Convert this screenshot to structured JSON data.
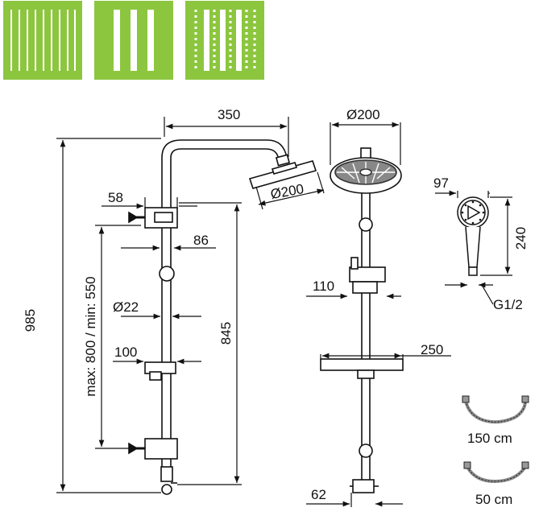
{
  "colors": {
    "spray_tile": "#8cc63f",
    "outline": "#111111",
    "chrome": "#7a7a7a"
  },
  "spray_modes": [
    {
      "icon": "rain-spray-icon"
    },
    {
      "icon": "jet-spray-icon"
    },
    {
      "icon": "mixed-spray-icon"
    }
  ],
  "side_view": {
    "head_reach": "350",
    "head_diameter": "Ø200",
    "total_height": "985",
    "bracket_width": "58",
    "bracket_offset": "86",
    "rail_adjust": "max: 800 / min: 550",
    "pipe_diameter": "Ø22",
    "holder_width": "100",
    "diverter_height": "845"
  },
  "front_view": {
    "head_diameter": "Ø200",
    "slider_width": "110",
    "shelf_width": "250",
    "diverter_width": "62"
  },
  "hand_shower": {
    "head_diameter": "97",
    "length": "240",
    "thread": "G1/2"
  },
  "hoses": [
    {
      "length": "150 cm"
    },
    {
      "length": "50 cm"
    }
  ]
}
